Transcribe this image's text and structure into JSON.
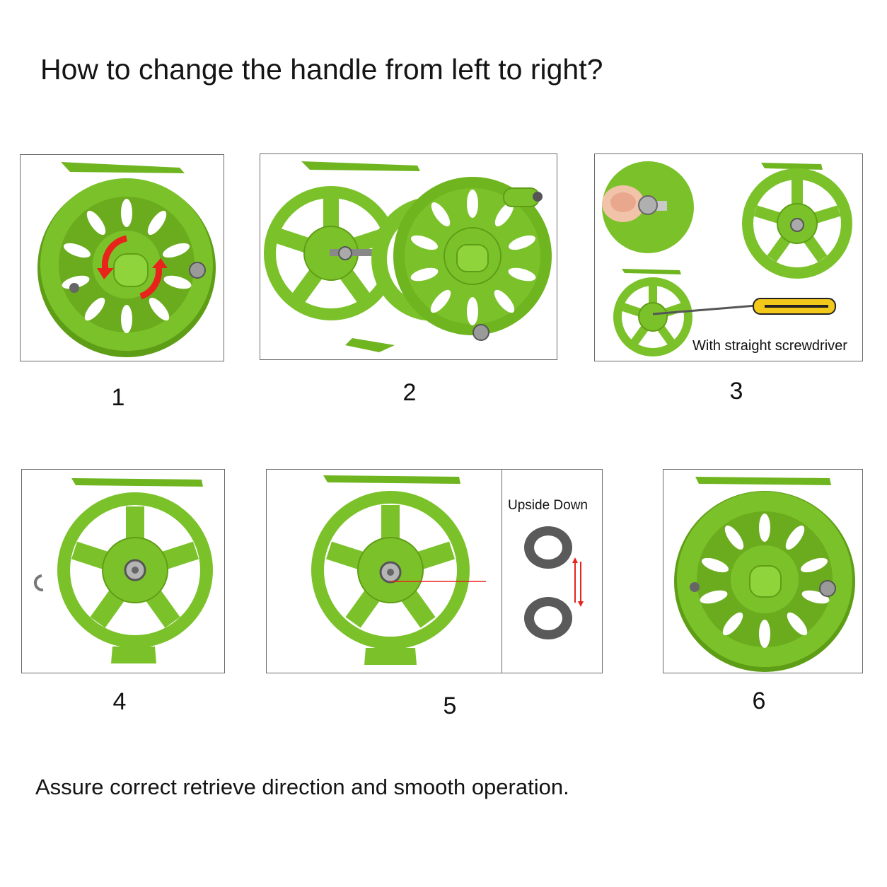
{
  "title": "How to change the handle from left to right?",
  "steps": [
    {
      "number": "1"
    },
    {
      "number": "2"
    },
    {
      "number": "3",
      "caption": "With straight screwdriver"
    },
    {
      "number": "4"
    },
    {
      "number": "5",
      "caption": "Upside Down"
    },
    {
      "number": "6"
    }
  ],
  "footer": "Assure correct retrieve direction and smooth operation.",
  "colors": {
    "reel_green": "#7bc22a",
    "reel_dark": "#4f8f12",
    "arrow_red": "#e8231b",
    "metal": "#8a8a8a",
    "screwdriver_yellow": "#f2c81a"
  }
}
